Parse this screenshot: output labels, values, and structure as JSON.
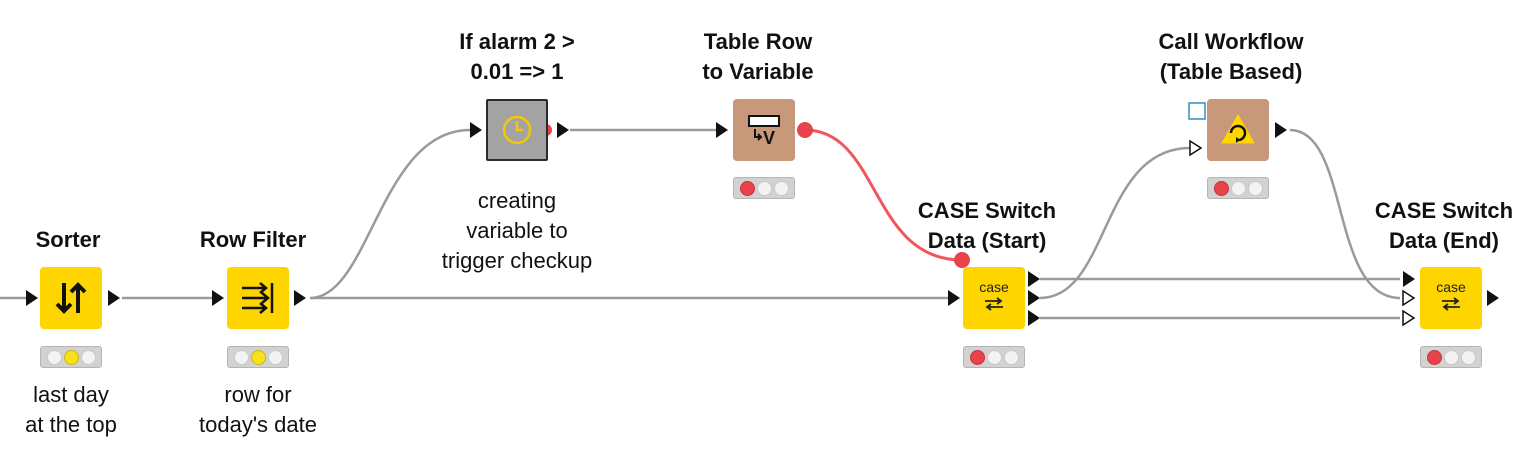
{
  "nodes": {
    "sorter": {
      "title": "Sorter",
      "desc_line1": "last day",
      "desc_line2": "at the top",
      "status": "yellow",
      "color": "#ffd500"
    },
    "row_filter": {
      "title": "Row Filter",
      "desc_line1": "row for",
      "desc_line2": "today's date",
      "status": "yellow",
      "color": "#ffd500"
    },
    "if_alarm": {
      "title_line1": "If alarm 2 >",
      "title_line2": "0.01 => 1",
      "desc_line1": "creating",
      "desc_line2": "variable to",
      "desc_line3": "trigger checkup",
      "color": "#a3a3a3"
    },
    "table_row_to_variable": {
      "title_line1": "Table Row",
      "title_line2": "to Variable",
      "status": "red",
      "color": "#c8987a"
    },
    "case_switch_start": {
      "title_line1": "CASE Switch",
      "title_line2": "Data (Start)",
      "icon_text": "case",
      "status": "red",
      "color": "#ffd500"
    },
    "call_workflow": {
      "title_line1": "Call Workflow",
      "title_line2": "(Table Based)",
      "status": "red",
      "color": "#c8987a"
    },
    "case_switch_end": {
      "title_line1": "CASE Switch",
      "title_line2": "Data (End)",
      "icon_text": "case",
      "status": "red",
      "color": "#ffd500"
    }
  },
  "colors": {
    "connection": "#9a9a9a",
    "variable_connection": "#f0565c",
    "port": "#111111"
  }
}
